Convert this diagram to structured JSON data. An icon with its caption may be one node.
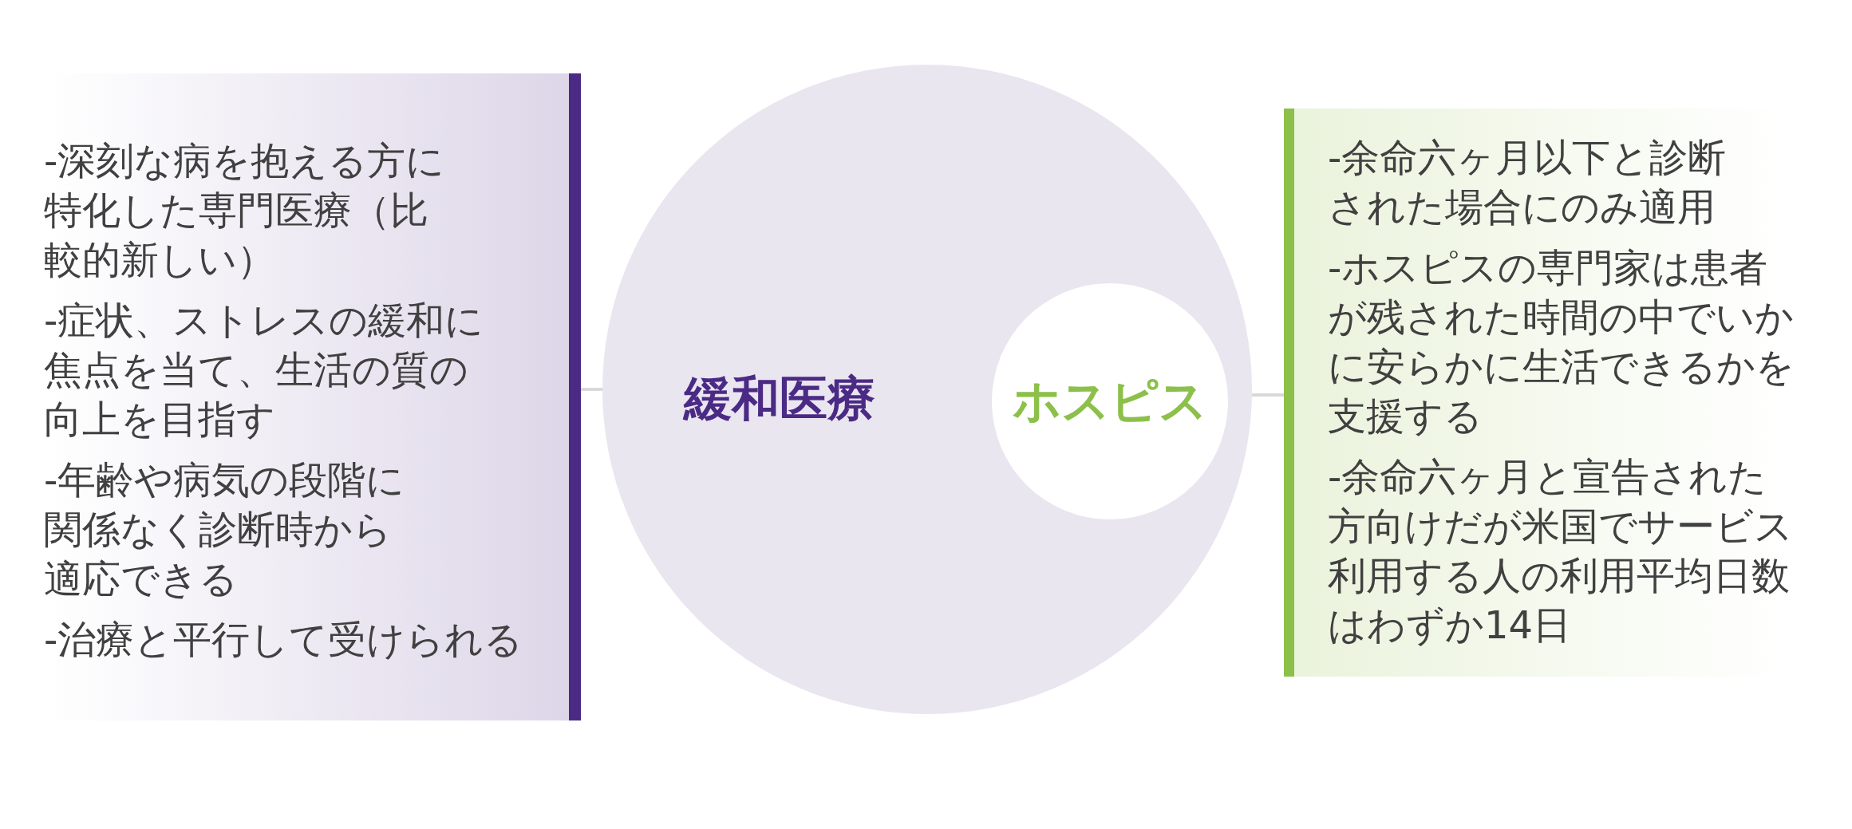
{
  "diagram": {
    "nodes": [
      {
        "text": [
          "-深刻な病を抱える方に特化した専門医療（比較的新しい）",
          "-症状、ストレスの緩和に焦点を当て、生活の質の向上を目指す",
          "-年齢や病気の段階に関係なく診断時から適応できる",
          "-治療と平行して受けられる"
        ]
      },
      {
        "text": [
          "緩和医療"
        ]
      },
      {
        "text": [
          "ホスピス"
        ],
        "in": 1
      },
      {
        "text": [
          "-余命六ヶ月以下と診断された場合にのみ適用",
          "-ホスピスの専門家は患者が残された時間の中でいかに安らかに生活できるかを支援する",
          "-余命六ヶ月と宣告された方向けだが米国でサービス利用する人の利用平均日数はわずか14日"
        ]
      }
    ],
    "edges": [
      {
        "from": 0,
        "to": 1,
        "arrow": "none"
      },
      {
        "from": 2,
        "to": 3,
        "arrow": "none"
      }
    ]
  }
}
